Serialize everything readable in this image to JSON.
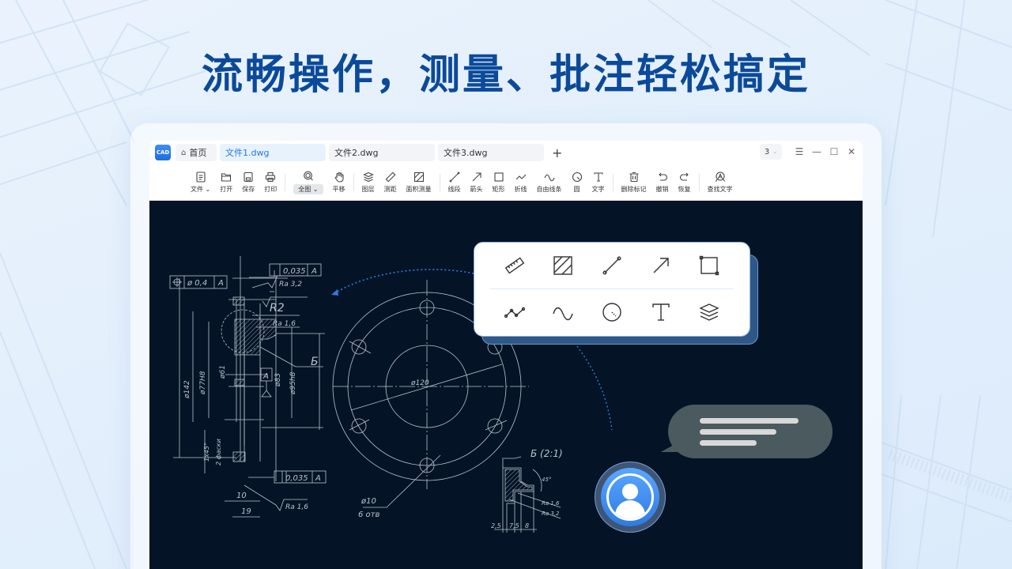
{
  "headline": "流畅操作，测量、批注轻松搞定",
  "app": {
    "logo_text": "CAD",
    "tabs": [
      {
        "label": "首页",
        "icon": "home-icon",
        "active": false
      },
      {
        "label": "文件1.dwg",
        "active": true
      },
      {
        "label": "文件2.dwg",
        "active": false
      },
      {
        "label": "文件3.dwg",
        "active": false
      }
    ],
    "add_tab": "+",
    "page_select": {
      "value": "3",
      "chevron": "⌄"
    },
    "window_controls": {
      "menu": "☰",
      "minimize": "—",
      "maximize": "☐",
      "close": "✕"
    }
  },
  "toolbar": {
    "items": [
      {
        "label": "文件 ⌄",
        "icon": "file-icon"
      },
      {
        "label": "打开",
        "icon": "folder-open-icon"
      },
      {
        "label": "保存",
        "icon": "save-icon"
      },
      {
        "label": "打印",
        "icon": "print-icon"
      },
      {
        "label": "全图 ⌄",
        "icon": "zoom-all-icon",
        "selected": true
      },
      {
        "label": "平移",
        "icon": "hand-pan-icon"
      },
      {
        "label": "图层",
        "icon": "layers-icon"
      },
      {
        "label": "测距",
        "icon": "ruler-icon"
      },
      {
        "label": "面积测量",
        "icon": "area-hatch-icon"
      },
      {
        "label": "线段",
        "icon": "line-segment-icon"
      },
      {
        "label": "箭头",
        "icon": "arrow-icon"
      },
      {
        "label": "矩形",
        "icon": "rectangle-icon"
      },
      {
        "label": "折线",
        "icon": "polyline-icon"
      },
      {
        "label": "自由线条",
        "icon": "freehand-curve-icon"
      },
      {
        "label": "圆",
        "icon": "circle-icon"
      },
      {
        "label": "文字",
        "icon": "text-icon"
      },
      {
        "label": "删除标记",
        "icon": "trash-icon"
      },
      {
        "label": "撤销",
        "icon": "undo-icon"
      },
      {
        "label": "恢复",
        "icon": "redo-icon"
      },
      {
        "label": "查找文字",
        "icon": "find-text-icon"
      }
    ]
  },
  "popup_tools": {
    "row1": [
      "ruler-icon",
      "area-hatch-icon",
      "line-segment-icon",
      "arrow-icon",
      "rectangle-icon"
    ],
    "row2": [
      "polyline-icon",
      "freehand-curve-icon",
      "circle-icon",
      "text-icon",
      "layers-icon"
    ]
  },
  "drawing": {
    "tolerance_frames": [
      {
        "symbol": "⊕",
        "value": "ø 0,4",
        "datum": "A"
      },
      {
        "symbol": "⊥",
        "value": "0,035",
        "datum": "A"
      },
      {
        "symbol": "||",
        "value": "0,035",
        "datum": "A"
      }
    ],
    "labels": {
      "ra32": "Ra 3,2",
      "r2": "R2",
      "ra16": "Ra 1,6",
      "section": "Б",
      "datum": "A",
      "d142": "ø142",
      "d77": "ø77H8",
      "d61": "ø61",
      "d83": "ø83",
      "d95": "ø95h8",
      "chamfer": "1x45°",
      "chamfer_count": "2 фаски",
      "dim10": "10",
      "dim19": "19",
      "ra16b": "Ra 1,6",
      "d120": "ø120",
      "hole_dia": "ø10",
      "hole_count": "6 отв",
      "detail_title": "Б (2:1)",
      "detail_angle": "45°",
      "detail_ra16": "Ra 1,6",
      "detail_ra32": "Ra 3,2",
      "d25": "2,5",
      "d75": "7,5",
      "d8": "8"
    }
  },
  "colors": {
    "headline": "#0b4a9a",
    "canvas_bg": "#041426",
    "drawing_line": "#b8c2cc",
    "accent_blue": "#1f78e8",
    "dotted_arrow": "#2f7be0",
    "bubble": "#4a5a5f"
  }
}
